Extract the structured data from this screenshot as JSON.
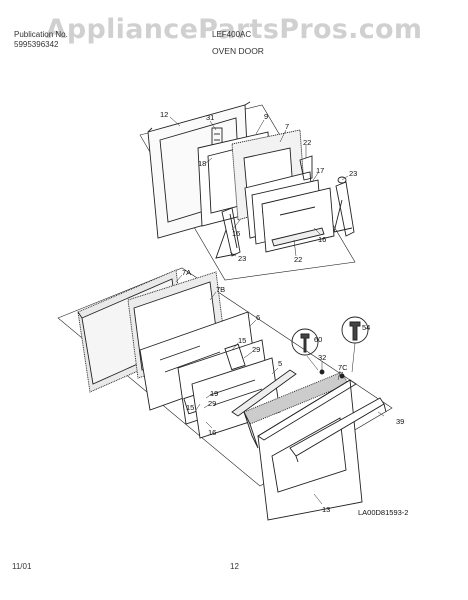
{
  "watermark": "AppliancePartsPros.com",
  "header": {
    "left_line1": "Publication No.",
    "left_line2": "5995396342",
    "model": "LEF400AC",
    "section_title": "OVEN DOOR"
  },
  "diagram_code": "LA00D81593-2",
  "footer": {
    "date": "11/01",
    "page": "12"
  },
  "callouts": {
    "c12": "12",
    "c31": "31",
    "c9": "9",
    "c18": "18",
    "c7": "7",
    "c22a": "22",
    "c17": "17",
    "c23a": "23",
    "c16a": "16",
    "c16b": "16",
    "c23b": "23",
    "c22b": "22",
    "c7a": "7A",
    "c7b": "7B",
    "c6": "6",
    "c60": "60",
    "c54": "54",
    "c15a": "15",
    "c29a": "29",
    "c5": "5",
    "c32": "32",
    "c7c": "7C",
    "c19": "19",
    "c29b": "29",
    "c15b": "15",
    "c16c": "16",
    "c39": "39",
    "c13": "13"
  }
}
